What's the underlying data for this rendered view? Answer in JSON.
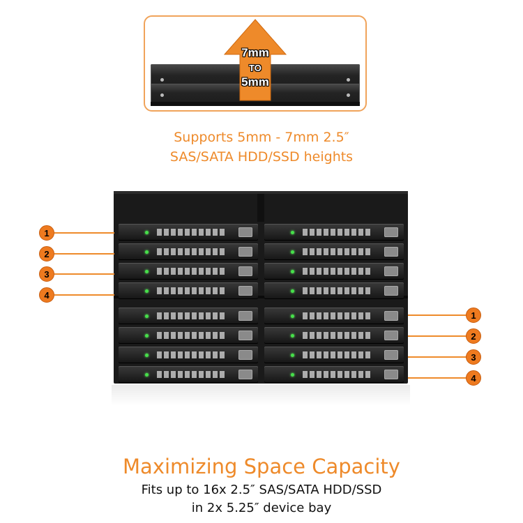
{
  "height_callout": {
    "arrow_line1": "7mm",
    "arrow_line2": "TO",
    "arrow_line3": "5mm"
  },
  "supports_caption": {
    "line1": "Supports 5mm - 7mm 2.5″",
    "line2": "SAS/SATA HDD/SSD heights"
  },
  "left_callouts": [
    "1",
    "2",
    "3",
    "4"
  ],
  "right_callouts": [
    "1",
    "2",
    "3",
    "4"
  ],
  "bottom": {
    "title": "Maximizing Space Capacity",
    "line1": "Fits up to 16x 2.5″ SAS/SATA HDD/SSD",
    "line2": "in 2x 5.25″ device bay"
  },
  "colors": {
    "accent": "#ee8a2a",
    "led": "#46e04a"
  }
}
